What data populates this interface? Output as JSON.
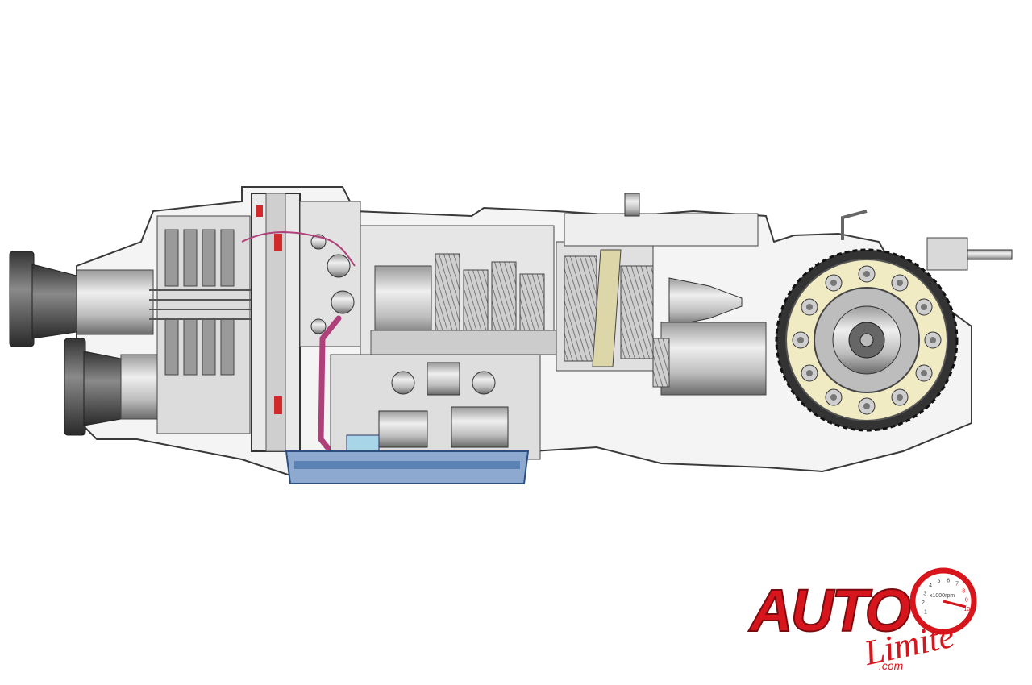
{
  "image": {
    "subject": "transmission-cutaway-illustration",
    "background": "#ffffff"
  },
  "palette": {
    "outline": "#3a3a3a",
    "housing": "#f2f2f2",
    "metal_light": "#d9d9d9",
    "metal_mid": "#a8a8a8",
    "metal_dark": "#555555",
    "flange_face": "#f1ebc4",
    "oil_pan_blue": "#5b82b5",
    "tube_magenta": "#b0407a",
    "marker_red": "#d22a2a",
    "sensor_blue": "#a8d6e8",
    "logo_red": "#d7151c"
  },
  "watermark": {
    "brand": "AUTO",
    "script": "Limite",
    "suffix": ".com",
    "gauge_text": "x1000rpm",
    "gauge_numbers": [
      "1",
      "2",
      "3",
      "4",
      "5",
      "6",
      "7",
      "8",
      "9",
      "10"
    ]
  },
  "icons": [
    "output-flange-icon",
    "ring-gear-icon",
    "gauge-icon"
  ]
}
